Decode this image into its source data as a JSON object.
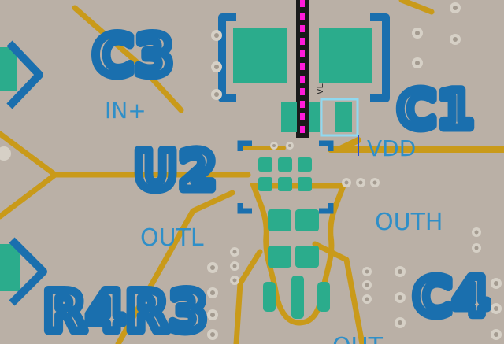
{
  "board": {
    "colors": {
      "substrate": "#bab0a6",
      "trace": "#c99a1a",
      "pad": "#2bac8c",
      "silkscreen": "#1a6fae",
      "via_ring": "#d6d0c6",
      "via_hole": "#b9b2a7",
      "highlight_net": "#ff1bd9",
      "selected_outline": "#8fd9f0",
      "courtyard": "#2a50d0"
    },
    "designators": {
      "c3": "C3",
      "c1": "C1",
      "u2": "U2",
      "r4r3": "R4R3",
      "c4": "C4"
    },
    "net_labels": {
      "in_plus": "IN+",
      "vdd": "VDD",
      "outh": "OUTH",
      "outl": "OUTL",
      "out": "OUT",
      "vl": "VL"
    }
  }
}
